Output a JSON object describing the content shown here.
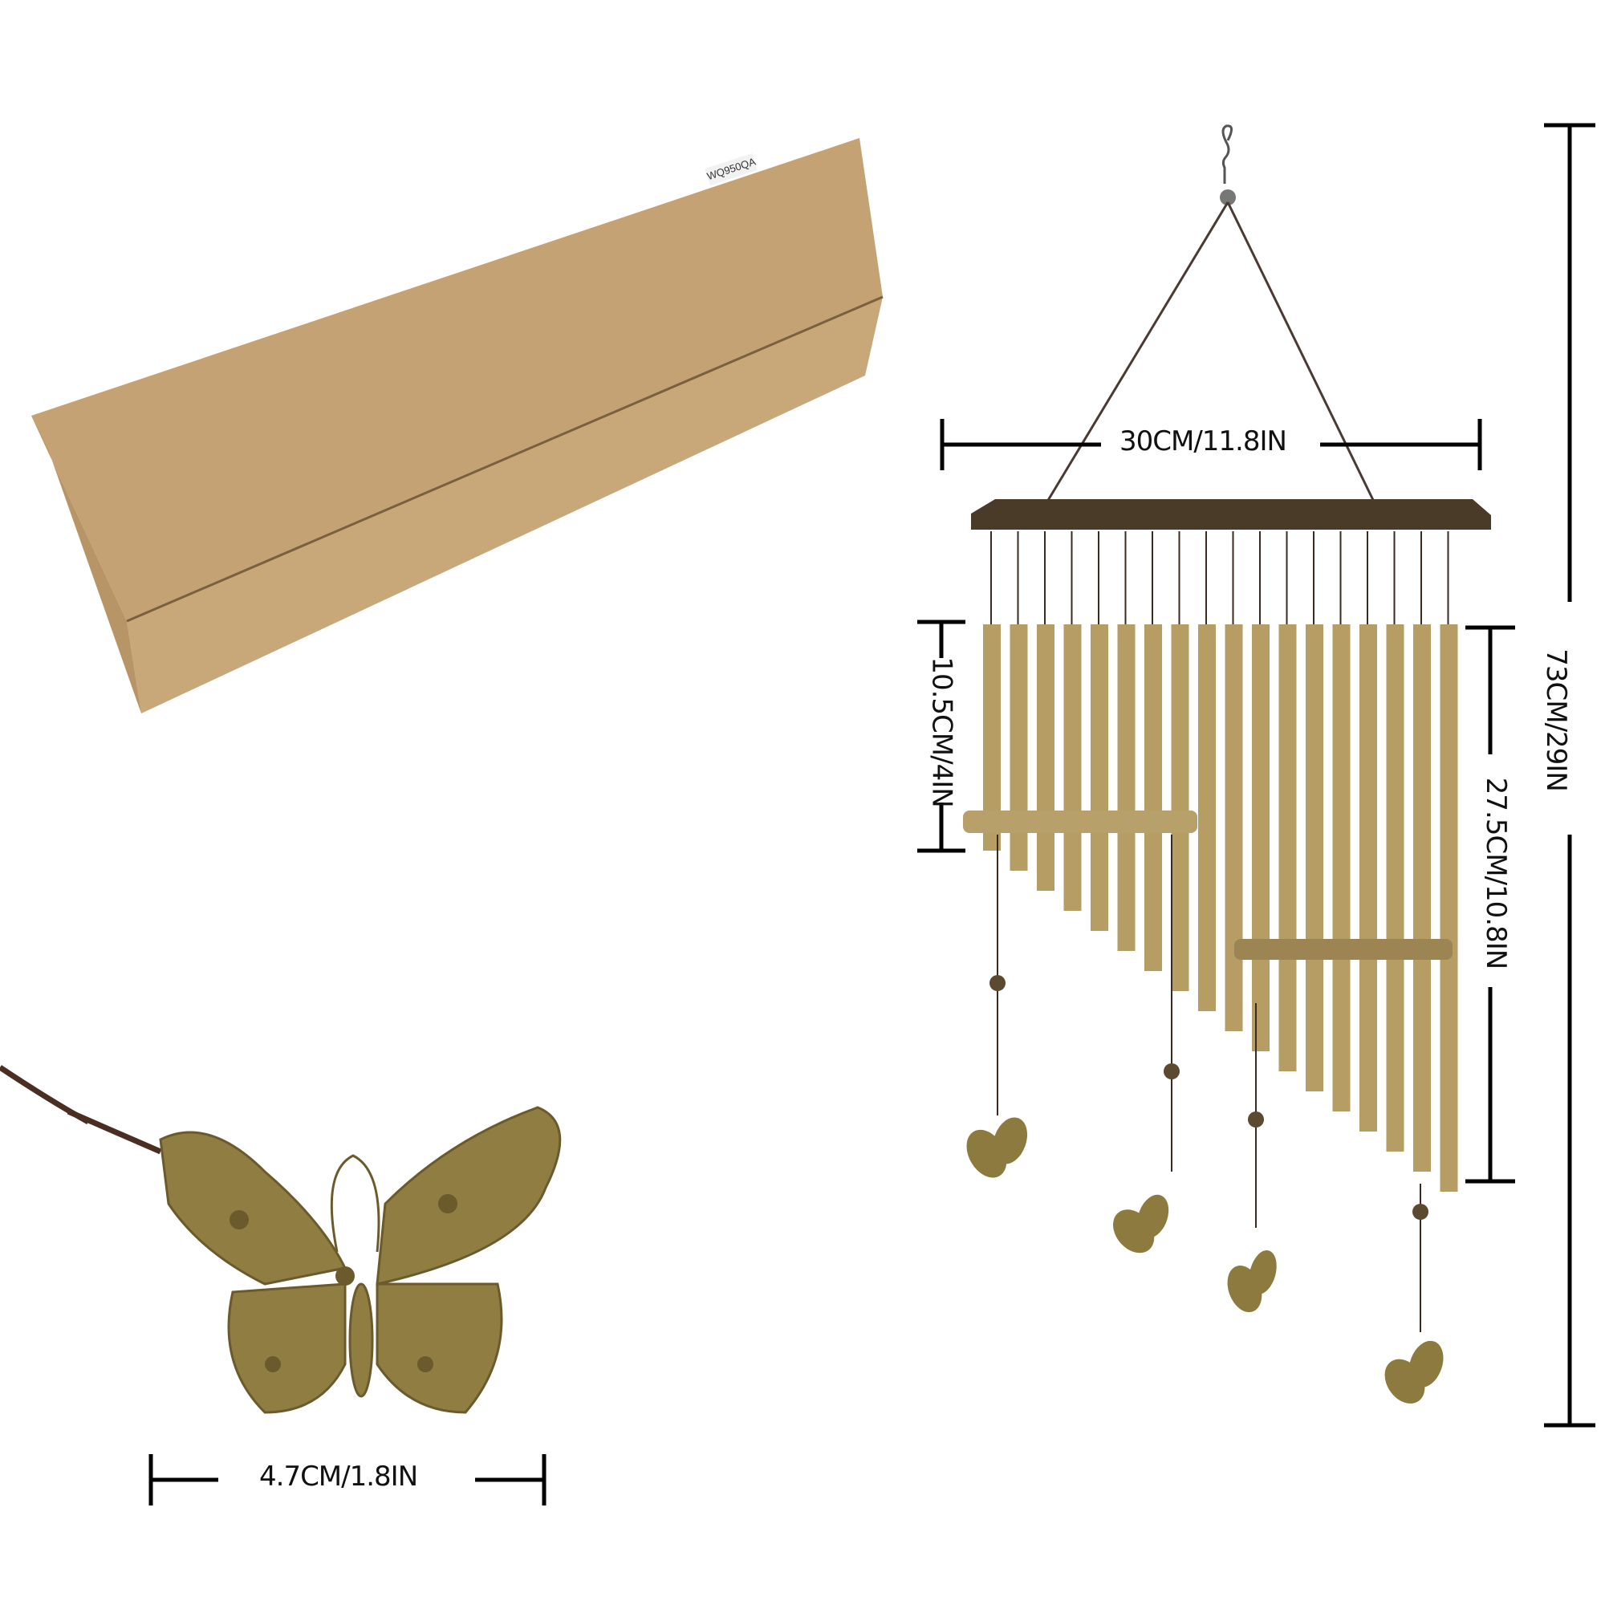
{
  "box": {
    "label": "WQ950QA",
    "color_top": "#c2a072",
    "color_front": "#c9a877",
    "color_side": "#b8966a"
  },
  "dimensions": {
    "width": "30CM/11.8IN",
    "total_height": "73CM/29IN",
    "short_tube": "10.5CM/4IN",
    "long_tube": "27.5CM/10.8IN",
    "butterfly_width": "4.7CM/1.8IN"
  },
  "product": {
    "tube_color": "#b59d64",
    "top_bar_color": "#4a3a28",
    "butterfly_color": "#8c7a3e",
    "string_color": "#3b2a22",
    "tube_count": 18,
    "pendant_count": 4
  }
}
